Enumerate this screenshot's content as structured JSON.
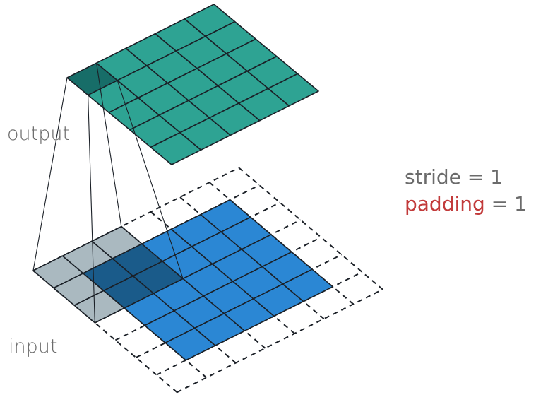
{
  "labels": {
    "output": "output",
    "input": "input"
  },
  "params": {
    "stride_name": "stride",
    "stride_eq": " = ",
    "stride_value": "1",
    "padding_name": "padding",
    "padding_eq": " = ",
    "padding_value": "1"
  },
  "grids": {
    "output_size": 5,
    "input_size": 5,
    "padding": 1,
    "kernel_size": 3
  },
  "colors": {
    "output_fill": "#2ea393",
    "output_active": "#176d68",
    "input_fill": "#2b87d4",
    "input_overlap": "#1a5b8a",
    "kernel_pad": "#a5b5bd",
    "grid_line": "#1b2027",
    "label_gray": "#6b6b6b",
    "padding_red": "#c23a3a"
  }
}
